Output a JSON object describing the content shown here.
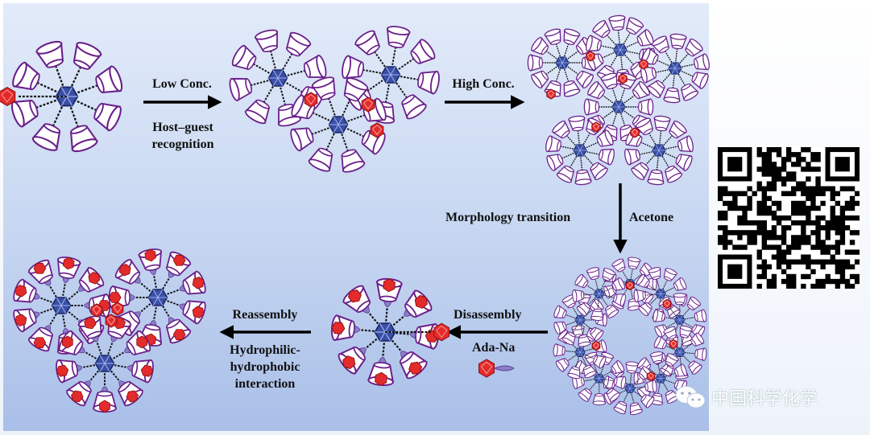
{
  "labels": {
    "low_conc": "Low Conc.",
    "host_guest": "Host–guest recognition",
    "high_conc": "High Conc.",
    "morphology": "Morphology transition",
    "acetone": "Acetone",
    "disassembly": "Disassembly",
    "ada_na": "Ada-Na",
    "reassembly": "Reassembly",
    "hydrophilic": "Hydrophilic-hydrophobic interaction"
  },
  "brand": {
    "text": "中国科学化学",
    "icon": "wechat-icon"
  },
  "qr_code": {
    "icon": "qr-code"
  },
  "colors": {
    "panel_top": "#e2ebf9",
    "panel_bottom": "#a9bfe8",
    "cup_outline": "#6a1f8a",
    "core": "#3a4fa5",
    "guest": "#e32b2b"
  }
}
